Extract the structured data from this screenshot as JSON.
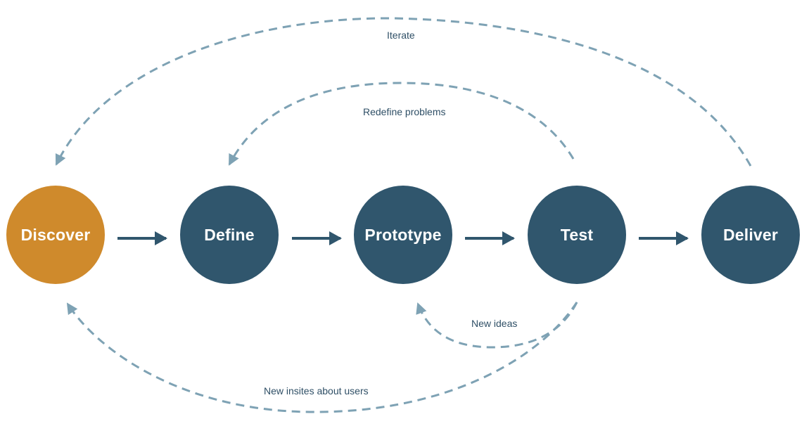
{
  "colors": {
    "stage_default": "#30566d",
    "stage_highlight": "#cf8a2c",
    "flow_arrow": "#30566d",
    "loop_arrow": "#7ea2b4",
    "loop_text": "#2f4f66"
  },
  "stages": [
    {
      "id": "discover",
      "label": "Discover",
      "highlight": true
    },
    {
      "id": "define",
      "label": "Define",
      "highlight": false
    },
    {
      "id": "prototype",
      "label": "Prototype",
      "highlight": false
    },
    {
      "id": "test",
      "label": "Test",
      "highlight": false
    },
    {
      "id": "deliver",
      "label": "Deliver",
      "highlight": false
    }
  ],
  "flow": [
    {
      "from": "discover",
      "to": "define"
    },
    {
      "from": "define",
      "to": "prototype"
    },
    {
      "from": "prototype",
      "to": "test"
    },
    {
      "from": "test",
      "to": "deliver"
    }
  ],
  "loops": [
    {
      "id": "iterate",
      "label": "Iterate",
      "from": "deliver",
      "to": "discover"
    },
    {
      "id": "redefine",
      "label": "Redefine problems",
      "from": "test",
      "to": "define"
    },
    {
      "id": "new-ideas",
      "label": "New ideas",
      "from": "test",
      "to": "prototype"
    },
    {
      "id": "new-insights",
      "label": "New insites about users",
      "from": "test",
      "to": "discover"
    }
  ]
}
